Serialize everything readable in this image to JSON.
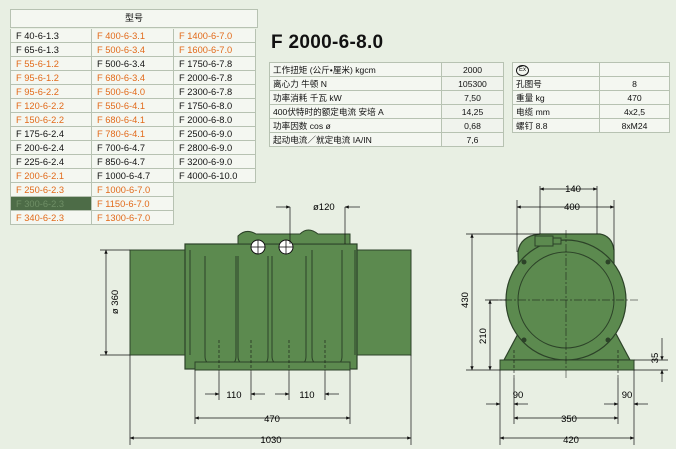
{
  "models": {
    "header": "型号",
    "items": [
      {
        "text": "F 40-6-1.3",
        "color": "black"
      },
      {
        "text": "F 400-6-3.1",
        "color": "orange"
      },
      {
        "text": "F 1400-6-7.0",
        "color": "orange"
      },
      {
        "text": "F 65-6-1.3",
        "color": "black"
      },
      {
        "text": "F 500-6-3.4",
        "color": "orange"
      },
      {
        "text": "F 1600-6-7.0",
        "color": "orange"
      },
      {
        "text": "F 55-6-1.2",
        "color": "orange"
      },
      {
        "text": "F 500-6-3.4",
        "color": "black"
      },
      {
        "text": "F 1750-6-7.8",
        "color": "black"
      },
      {
        "text": "F 95-6-1.2",
        "color": "orange"
      },
      {
        "text": "F 680-6-3.4",
        "color": "orange"
      },
      {
        "text": "F 2000-6-7.8",
        "color": "black"
      },
      {
        "text": "F 95-6-2.2",
        "color": "orange"
      },
      {
        "text": "F 500-6-4.0",
        "color": "orange"
      },
      {
        "text": "F 2300-6-7.8",
        "color": "black"
      },
      {
        "text": "F 120-6-2.2",
        "color": "orange"
      },
      {
        "text": "F 550-6-4.1",
        "color": "orange"
      },
      {
        "text": "F 1750-6-8.0",
        "color": "black"
      },
      {
        "text": "F 150-6-2.2",
        "color": "orange"
      },
      {
        "text": "F 680-6-4.1",
        "color": "orange"
      },
      {
        "text": "F 2000-6-8.0",
        "color": "black"
      },
      {
        "text": "F 175-6-2.4",
        "color": "black"
      },
      {
        "text": "F 780-6-4.1",
        "color": "orange"
      },
      {
        "text": "F 2500-6-9.0",
        "color": "black"
      },
      {
        "text": "F 200-6-2.4",
        "color": "black"
      },
      {
        "text": "F 700-6-4.7",
        "color": "black"
      },
      {
        "text": "F 2800-6-9.0",
        "color": "black"
      },
      {
        "text": "F 225-6-2.4",
        "color": "black"
      },
      {
        "text": "F 850-6-4.7",
        "color": "black"
      },
      {
        "text": "F 3200-6-9.0",
        "color": "black"
      },
      {
        "text": "F 200-6-2.1",
        "color": "orange"
      },
      {
        "text": "F 1000-6-4.7",
        "color": "black"
      },
      {
        "text": "F 4000-6-10.0",
        "color": "black"
      },
      {
        "text": "F 250-6-2.3",
        "color": "orange"
      },
      {
        "text": "F 1000-6-7.0",
        "color": "orange"
      },
      {
        "text": "",
        "color": "empty"
      },
      {
        "text": "F 300-6-2.3",
        "color": "selected"
      },
      {
        "text": "F 1150-6-7.0",
        "color": "orange"
      },
      {
        "text": "",
        "color": "empty"
      },
      {
        "text": "F 340-6-2.3",
        "color": "orange"
      },
      {
        "text": "F 1300-6-7.0",
        "color": "orange"
      },
      {
        "text": "",
        "color": "empty"
      }
    ]
  },
  "title": "F 2000-6-8.0",
  "specs_left": [
    {
      "label": "工作扭矩 (公斤•厘米) kgcm",
      "value": "2000"
    },
    {
      "label": "离心力 牛顿 N",
      "value": "105300"
    },
    {
      "label": "功率消耗 千瓦 kW",
      "value": "7,50"
    },
    {
      "label": "400伏特时的额定电流 安培 A",
      "value": "14,25"
    },
    {
      "label": "功率因数 cos ø",
      "value": "0,68"
    },
    {
      "label": "起动电流／就定电流 IA/IN",
      "value": "7,6"
    }
  ],
  "specs_right": {
    "ex_symbol": "Ex",
    "rows": [
      {
        "label": "孔图号",
        "value": "8"
      },
      {
        "label": "重量 kg",
        "value": "470"
      },
      {
        "label": "电缆 mm",
        "value": "4x2,5"
      },
      {
        "label": "螺钉 8.8",
        "value": "8xM24"
      }
    ]
  },
  "dimensions": {
    "shaft_dia": "ø120",
    "body_dia": "ø 360",
    "hole_spacing": "110",
    "hole_spacing_2": "110",
    "base_length": "470",
    "total_length": "1030",
    "offset_top": "140",
    "width_top": "400",
    "height_total": "430",
    "height_center": "210",
    "foot_height": "35",
    "foot_left": "90",
    "foot_right": "90",
    "hole_span": "350",
    "base_width": "420"
  },
  "colors": {
    "motor": "#5c8a4f",
    "motor_dark": "#2c4228",
    "background": "#e8efe3",
    "orange_text": "#e26a1a"
  }
}
